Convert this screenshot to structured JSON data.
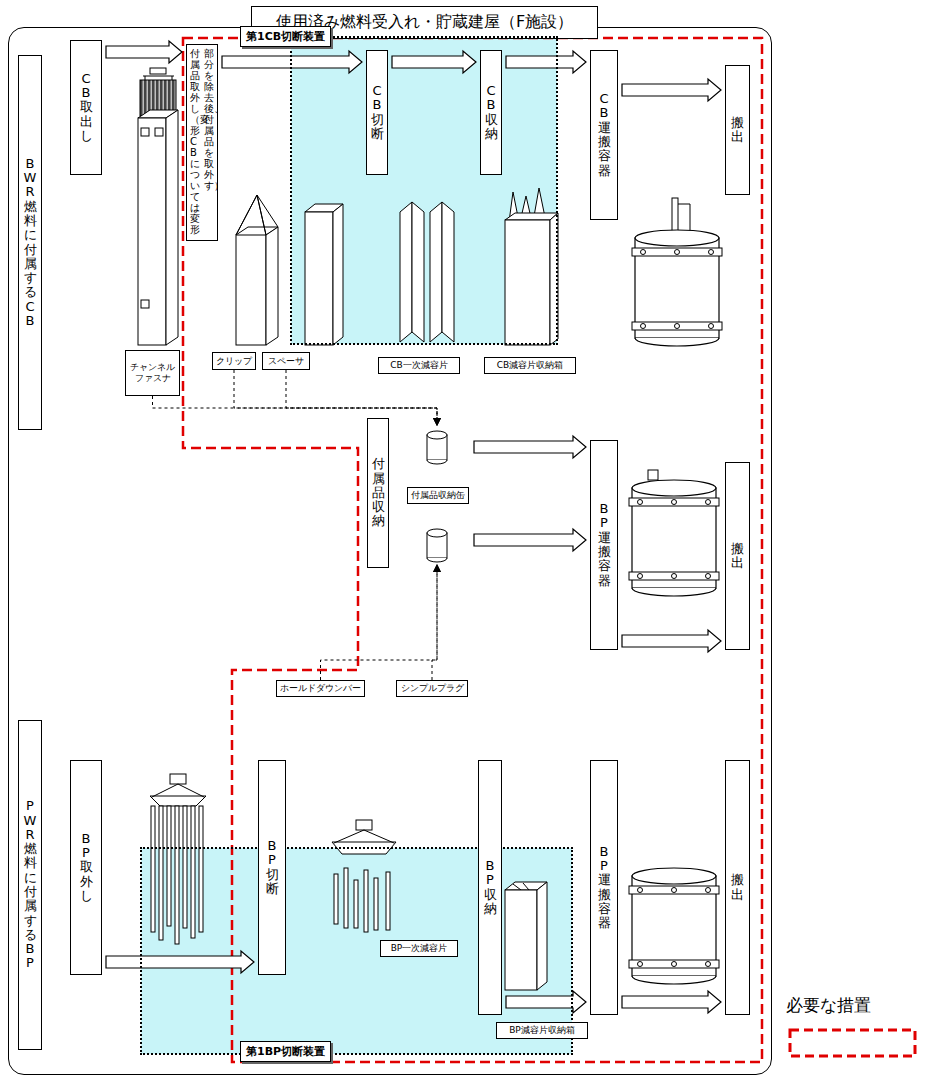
{
  "diagram": {
    "nodes": [
      {
        "text": [
          "使用済み燃料受入れ・貯蔵建屋（F施設）"
        ]
      },
      {
        "text": [
          "BWR燃料に付属するCB"
        ],
        "in": 0
      },
      {
        "text": [
          "CB取出し"
        ],
        "in": 0
      },
      {
        "text": [
          "付属品取外し（変形CBについては変形部分を除去後、付属品を取外す）"
        ],
        "in": 0
      },
      {
        "text": [
          "第1CB切断装置"
        ],
        "in": 0
      },
      {
        "text": [
          "CB切断"
        ],
        "in": 4
      },
      {
        "text": [
          "CB収納"
        ],
        "in": 4
      },
      {
        "text": [
          "CB運搬容器"
        ],
        "in": 0
      },
      {
        "text": [
          "搬出"
        ],
        "in": 0
      },
      {
        "text": [
          "チャンネル ファスナ"
        ],
        "in": 0
      },
      {
        "text": [
          "クリップ"
        ],
        "in": 0
      },
      {
        "text": [
          "スペーサ"
        ],
        "in": 0
      },
      {
        "text": [
          "CB一次減容片"
        ],
        "in": 0
      },
      {
        "text": [
          "CB減容片収納箱"
        ],
        "in": 0
      },
      {
        "text": [
          "付属品収納"
        ],
        "in": 0
      },
      {
        "text": [
          "付属品収納缶"
        ],
        "in": 0
      },
      {
        "text": [
          "BP運搬容器"
        ],
        "in": 0
      },
      {
        "text": [
          "搬出"
        ],
        "in": 0
      },
      {
        "text": [
          "ホールドダウンバー"
        ],
        "in": 0
      },
      {
        "text": [
          "シンプルプラグ"
        ],
        "in": 0
      },
      {
        "text": [
          "PWR燃料に付属するBP"
        ],
        "in": 0
      },
      {
        "text": [
          "BP取外し"
        ],
        "in": 0
      },
      {
        "text": [
          "第1BP切断装置"
        ],
        "in": 0
      },
      {
        "text": [
          "BP切断"
        ],
        "in": 0
      },
      {
        "text": [
          "BP一次減容片"
        ],
        "in": 22
      },
      {
        "text": [
          "BP収納"
        ],
        "in": 0
      },
      {
        "text": [
          "BP運搬容器"
        ],
        "in": 0
      },
      {
        "text": [
          "搬出"
        ],
        "in": 0
      },
      {
        "text": [
          "BP減容片収納箱"
        ],
        "in": 0
      }
    ],
    "edges": [
      {
        "from": 2,
        "to": 3,
        "arrow": "to"
      },
      {
        "from": 3,
        "to": 5,
        "arrow": "to"
      },
      {
        "from": 5,
        "to": 6,
        "arrow": "to"
      },
      {
        "from": 6,
        "to": 7,
        "arrow": "to"
      },
      {
        "from": 7,
        "to": 8,
        "arrow": "to"
      },
      {
        "from": 9,
        "to": 15,
        "arrow": "to"
      },
      {
        "from": 10,
        "to": 15,
        "arrow": "to"
      },
      {
        "from": 11,
        "to": 15,
        "arrow": "to"
      },
      {
        "from": 15,
        "to": 16,
        "arrow": "to"
      },
      {
        "from": 16,
        "to": 17,
        "arrow": "to"
      },
      {
        "from": 18,
        "to": 15,
        "arrow": "to"
      },
      {
        "from": 19,
        "to": 15,
        "arrow": "to"
      },
      {
        "from": 21,
        "to": 23,
        "arrow": "to"
      },
      {
        "from": 25,
        "to": 26,
        "arrow": "to"
      },
      {
        "from": 26,
        "to": 27,
        "arrow": "to"
      }
    ],
    "legend": [
      {
        "text": "必要な措置"
      }
    ]
  }
}
